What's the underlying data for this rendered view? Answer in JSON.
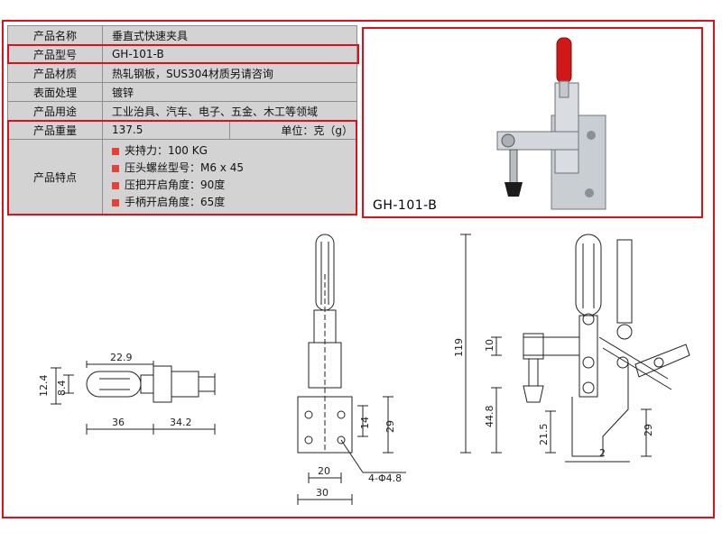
{
  "spec": {
    "rows": [
      {
        "label": "产品名称",
        "value": "垂直式快速夹具"
      },
      {
        "label": "产品型号",
        "value": "GH-101-B"
      },
      {
        "label": "产品材质",
        "value": "热轧钢板，SUS304材质另请咨询"
      },
      {
        "label": "表面处理",
        "value": "镀锌"
      },
      {
        "label": "产品用途",
        "value": "工业治具、汽车、电子、五金、木工等领域"
      }
    ],
    "weight": {
      "label": "产品重量",
      "value": "137.5",
      "unit": "单位：克（g）"
    },
    "features": {
      "label": "产品特点",
      "items": [
        "夹持力：100 KG",
        "压头螺丝型号：M6 x 45",
        "压把开启角度：90度",
        "手柄开启角度：65度"
      ]
    },
    "bullet_color": "#e4413a"
  },
  "photo": {
    "caption": "GH-101-B"
  },
  "dimensions": {
    "top_view": {
      "d1": "22.9",
      "d2": "12.4",
      "d3": "8.4",
      "d4": "36",
      "d5": "34.2"
    },
    "front_view": {
      "d1": "14",
      "d2": "29",
      "d3": "20",
      "d4": "30",
      "hole": "4-Φ4.8"
    },
    "side_view": {
      "d1": "119",
      "d2": "10",
      "d3": "44.8",
      "d4": "21.5",
      "d5": "2",
      "d6": "29"
    }
  },
  "colors": {
    "highlight": "#e0101a",
    "table_bg": "#d3d3d3",
    "handle_red": "#d01818"
  }
}
